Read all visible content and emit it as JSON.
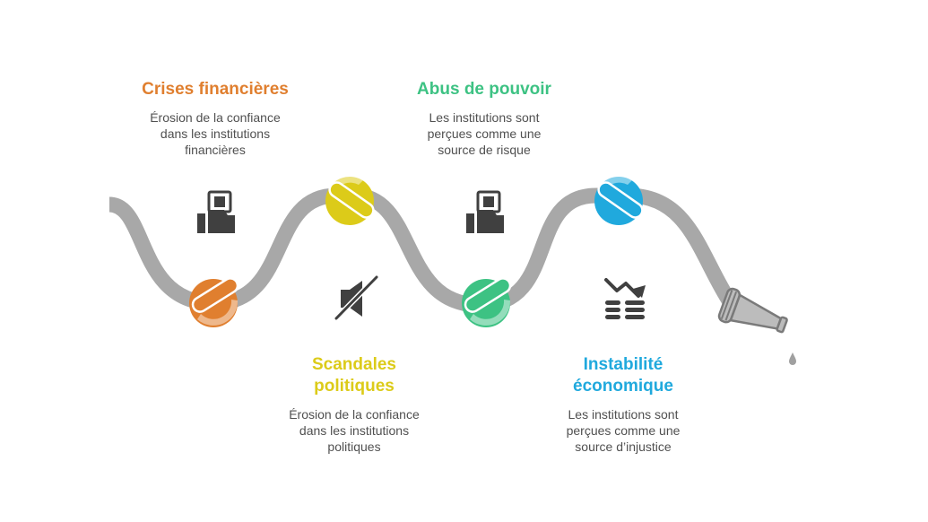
{
  "colors": {
    "hose": "#a8a8a8",
    "icon": "#404040",
    "orange": "#e07f2f",
    "yellow": "#dccb19",
    "green": "#3dc283",
    "blue": "#20a9dd"
  },
  "sections": [
    {
      "key": "crises",
      "title": "Crises financières",
      "description": "Érosion de la confiance dans les institutions financières",
      "color": "#e07f2f",
      "icon": "hand-holding-money-icon"
    },
    {
      "key": "scandales",
      "title": "Scandales politiques",
      "description": "Érosion de la confiance dans les institutions politiques",
      "color": "#dccb19",
      "icon": "mute-speaker-icon"
    },
    {
      "key": "abus",
      "title": "Abus de pouvoir",
      "description": "Les institutions sont perçues comme une source de risque",
      "color": "#3dc283",
      "icon": "hand-holding-money-icon"
    },
    {
      "key": "instabilite",
      "title": "Instabilité économique",
      "description": "Les institutions sont perçues comme une source d’injustice",
      "color": "#20a9dd",
      "icon": "declining-trend-icon"
    }
  ]
}
